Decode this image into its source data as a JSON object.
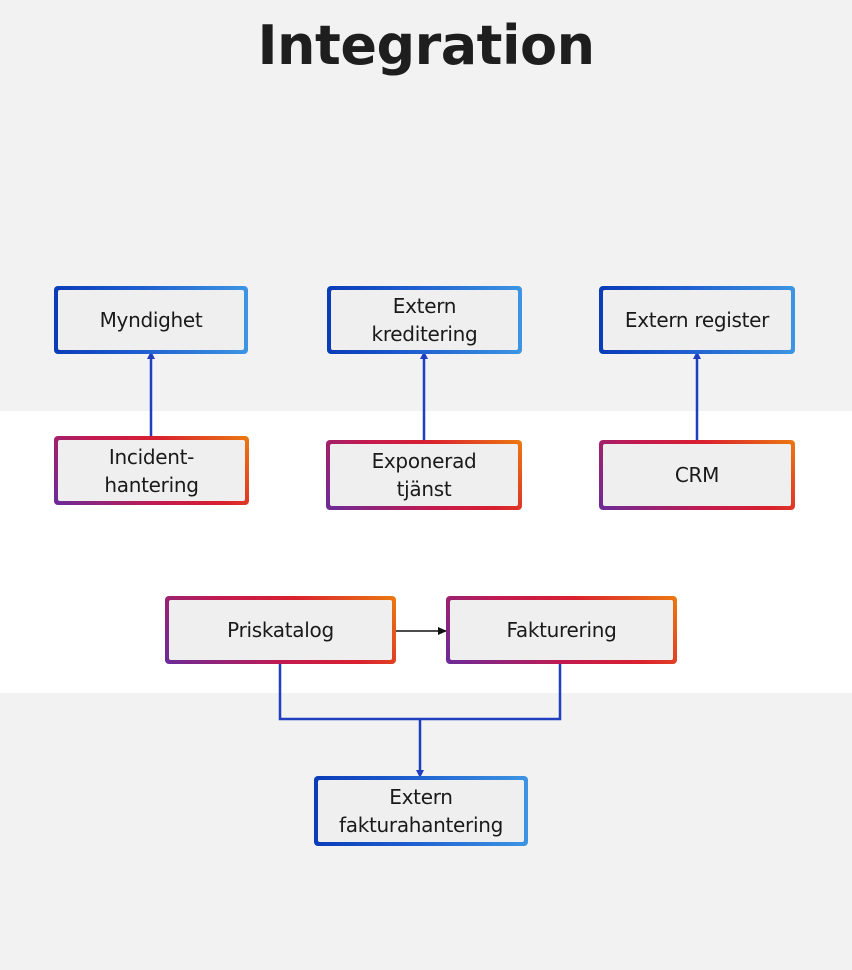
{
  "title": "Integration",
  "nodes": {
    "myndighet": "Myndighet",
    "extern_kreditering": "Extern\nkreditering",
    "extern_register": "Extern register",
    "incidenthantering": "Incident-\nhantering",
    "exponerad_tjanst": "Exponerad\ntjänst",
    "crm": "CRM",
    "priskatalog": "Priskatalog",
    "fakturering": "Fakturering",
    "extern_fakturahantering": "Extern\nfakturahantering"
  },
  "colors": {
    "connector": "#1f3fbf",
    "background_band": "#f2f2f2",
    "middle_band": "#ffffff"
  }
}
